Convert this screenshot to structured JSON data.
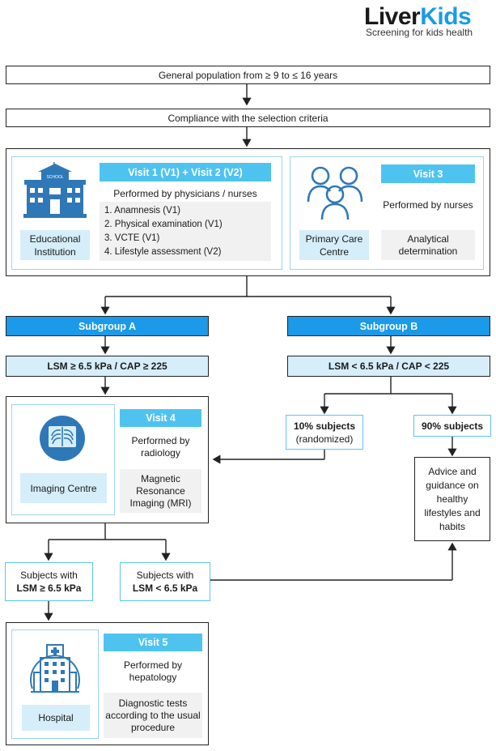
{
  "logo": {
    "brand_part1": "Liver",
    "brand_part2": "Kids",
    "tagline": "Screening for kids health",
    "color_dark": "#1a1a1a",
    "color_accent": "#1a9ae8"
  },
  "steps": {
    "population": "General population from ≥ 9 to ≤ 16 years",
    "selection": "Compliance with the selection criteria"
  },
  "visits_block": {
    "educational_institution_label": "Educational Institution",
    "visit12_title": "Visit 1 (V1) + Visit 2 (V2)",
    "visit12_performed": "Performed by physicians / nurses",
    "visit12_items": [
      "1.  Anamnesis (V1)",
      "2.  Physical examination (V1)",
      "3.  VCTE (V1)",
      "4.  Lifestyle assessment (V2)"
    ],
    "primary_care_label": "Primary Care Centre",
    "visit3_title": "Visit 3",
    "visit3_performed": "Performed by nurses",
    "visit3_task": "Analytical determination"
  },
  "subgroups": {
    "a_label": "Subgroup A",
    "b_label": "Subgroup B",
    "a_criteria": "LSM ≥ 6.5 kPa / CAP ≥ 225",
    "b_criteria": "LSM < 6.5 kPa / CAP < 225"
  },
  "visit4": {
    "centre_label": "Imaging Centre",
    "title": "Visit 4",
    "performed": "Performed by radiology",
    "task": "Magnetic Resonance Imaging (MRI)"
  },
  "branch_b": {
    "ten_pct_title": "10% subjects",
    "ten_pct_note": "(randomized)",
    "ninety_pct_title": "90% subjects",
    "advice": "Advice and guidance on healthy lifestyles and habits"
  },
  "results": {
    "high_line1": "Subjects with",
    "high_line2": "LSM ≥ 6.5 kPa",
    "low_line1": "Subjects with",
    "low_line2": "LSM < 6.5 kPa"
  },
  "visit5": {
    "centre_label": "Hospital",
    "title": "Visit 5",
    "performed": "Performed by hepatology",
    "task": "Diagnostic tests according to the usual procedure"
  },
  "colors": {
    "visit_header": "#4fc3f0",
    "subgroup": "#1a9ae8",
    "light_fill": "#d6eef9",
    "panel_border": "#9fd3ea",
    "icon_blue": "#2f78b8"
  }
}
